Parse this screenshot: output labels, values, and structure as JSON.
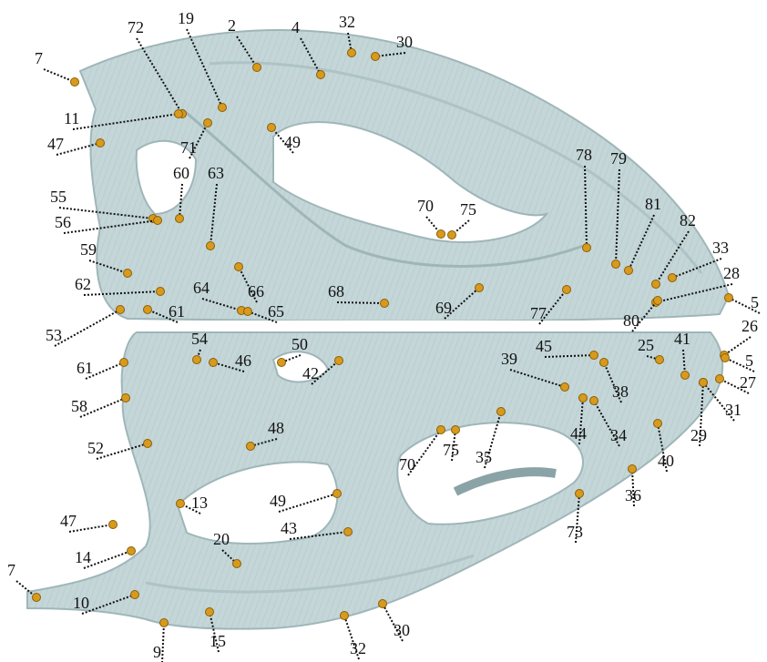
{
  "colors": {
    "background": "#ffffff",
    "bone": "#c4d6d8",
    "bone_shadow": "#9fb6b9",
    "landmark": "#d79a1c",
    "leader": "#111111",
    "label": "#111111"
  },
  "landmark_labels": {
    "l7a": "7",
    "l72": "72",
    "l19": "19",
    "l2": "2",
    "l4": "4",
    "l32a": "32",
    "l30a": "30",
    "l11": "11",
    "l71": "71",
    "l49a": "49",
    "l47a": "47",
    "l60": "60",
    "l63": "63",
    "l55": "55",
    "l56": "56",
    "l70a": "70",
    "l75a": "75",
    "l78": "78",
    "l79": "79",
    "l81": "81",
    "l82": "82",
    "l33": "33",
    "l28": "28",
    "l59": "59",
    "l62": "62",
    "l61a": "61",
    "l64": "64",
    "l66": "66",
    "l65": "65",
    "l68": "68",
    "l69": "69",
    "l77": "77",
    "l80": "80",
    "l5a": "5",
    "l26": "26",
    "l53": "53",
    "l54": "54",
    "l50": "50",
    "l46": "46",
    "l42": "42",
    "l45": "45",
    "l25": "25",
    "l41": "41",
    "l5b": "5",
    "l61b": "61",
    "l39": "39",
    "l38": "38",
    "l27": "27",
    "l58": "58",
    "l44": "44",
    "l34": "34",
    "l31": "31",
    "l29": "29",
    "l48": "48",
    "l52": "52",
    "l70b": "70",
    "l75b": "75",
    "l35": "35",
    "l40": "40",
    "l13": "13",
    "l49b": "49",
    "l36": "36",
    "l47b": "47",
    "l43": "43",
    "l73": "73",
    "l14": "14",
    "l20": "20",
    "l7b": "7",
    "l10": "10",
    "l30b": "30",
    "l15": "15",
    "l32b": "32",
    "l9": "9"
  }
}
